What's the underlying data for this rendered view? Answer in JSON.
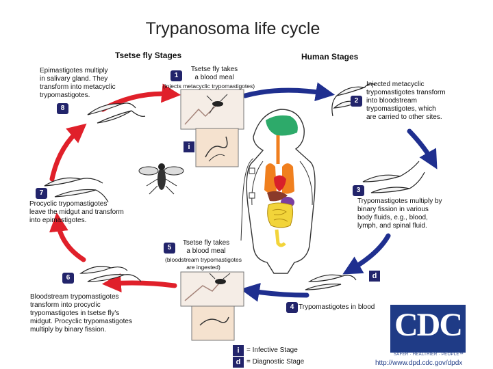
{
  "title": "Trypanosoma life cycle",
  "headers": {
    "tsetse": "Tsetse fly Stages",
    "human": "Human Stages"
  },
  "steps": {
    "s1": {
      "num": "1",
      "line1": "Tsetse fly takes",
      "line2": "a blood meal",
      "note": "(injects metacyclic trypomastigotes)"
    },
    "s2": {
      "num": "2",
      "text": [
        "Injected metacyclic",
        "trypomastigotes transform",
        "into bloodstream",
        "trypomastigotes, which",
        "are carried to other sites."
      ]
    },
    "s3": {
      "num": "3",
      "text": [
        "Trypomastigotes multiply by",
        "binary fission in various",
        "body fluids, e.g., blood,",
        "lymph, and spinal fluid."
      ]
    },
    "s4": {
      "num": "4",
      "text": "Trypomastigotes in blood"
    },
    "s5": {
      "num": "5",
      "line1": "Tsetse fly takes",
      "line2": "a blood meal",
      "note1": "(bloodstream trypomastigotes",
      "note2": "are ingested)"
    },
    "s6": {
      "num": "6",
      "text": [
        "Bloodstream trypomastigotes",
        "transform into procyclic",
        "trypomastigotes in tsetse fly's",
        "midgut. Procyclic trypomastigotes",
        "multiply by binary fission."
      ]
    },
    "s7": {
      "num": "7",
      "text": [
        "Procyclic trypomastigotes",
        "leave the midgut and transform",
        "into epimastigotes."
      ]
    },
    "s8": {
      "num": "8",
      "text": [
        "Epimastigotes multiply",
        "in salivary gland. They",
        "transform into metacyclic",
        "trypomastigotes."
      ]
    }
  },
  "markers": {
    "infective": "i",
    "diagnostic": "d"
  },
  "legend": {
    "infective": "= Infective Stage",
    "diagnostic": "= Diagnostic Stage"
  },
  "logo": {
    "word": "CDC",
    "tagline": "SAFER · HEALTHIER · PEOPLE™",
    "url": "http://www.dpd.cdc.gov/dpdx"
  },
  "colors": {
    "tsetse_arrow": "#e0202a",
    "human_arrow": "#1f2f8f",
    "badge": "#22246b",
    "brain": "#2daa6a",
    "lungs": "#f07f1e",
    "heart": "#d8202a",
    "liver": "#8a3a2a",
    "intestine": "#f2d43a",
    "kidney": "#7a3ea0"
  }
}
